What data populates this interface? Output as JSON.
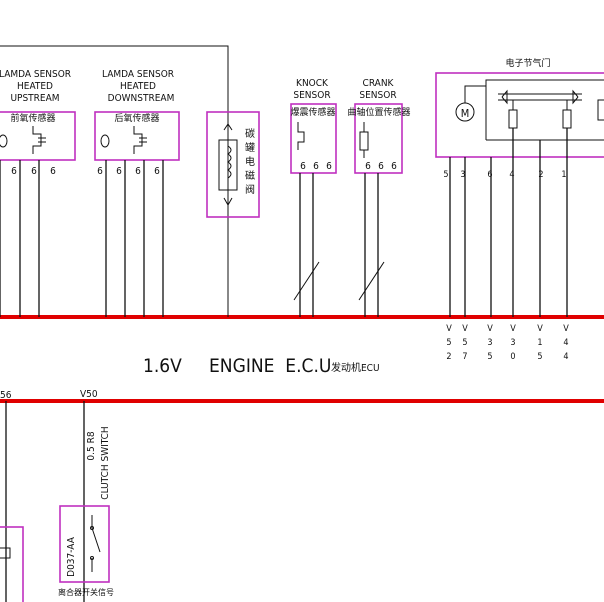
{
  "diagram": {
    "colors": {
      "bus": "#e00000",
      "component_box": "#c030c0",
      "wire": "#111111"
    },
    "ecu_label": {
      "main": "1.6V     ENGINE  E.C.U",
      "cn": "发动机ECU"
    },
    "top_bus_connector": "56",
    "v50_label": "V50",
    "components": {
      "lambda_up": {
        "line1": "LAMDA SENSOR",
        "line2": "HEATED",
        "line3": "UPSTREAM",
        "cn": "前氧传感器",
        "pins": [
          "6",
          "6",
          "6"
        ]
      },
      "lambda_down": {
        "line1": "LAMDA SENSOR",
        "line2": "HEATED",
        "line3": "DOWNSTREAM",
        "cn": "后氧传感器",
        "pins": [
          "6",
          "6",
          "6",
          "6"
        ]
      },
      "canister_valve": {
        "cn": "碳罐电磁阀"
      },
      "knock": {
        "line1": "KNOCK",
        "line2": "SENSOR",
        "cn": "爆震传感器",
        "pins": [
          "6",
          "6",
          "6"
        ]
      },
      "crank": {
        "line1": "CRANK",
        "line2": "SENSOR",
        "cn": "曲轴位置传感器",
        "pins": [
          "6",
          "6",
          "6"
        ]
      },
      "throttle": {
        "cn": "电子节气门",
        "pins": [
          "5",
          "3",
          "6",
          "4",
          "2",
          "1"
        ],
        "motor_symbol": "M"
      },
      "clutch": {
        "wire_label": "0.5 R8",
        "name": "CLUTCH SWITCH",
        "code": "D037-AA",
        "cn": "离合器开关信号"
      }
    },
    "ecu_pins": [
      {
        "l1": "V",
        "l2": "5",
        "l3": "2"
      },
      {
        "l1": "V",
        "l2": "5",
        "l3": "7"
      },
      {
        "l1": "V",
        "l2": "3",
        "l3": "5"
      },
      {
        "l1": "V",
        "l2": "3",
        "l3": "0"
      },
      {
        "l1": "V",
        "l2": "1",
        "l3": "5"
      },
      {
        "l1": "V",
        "l2": "4",
        "l3": "4"
      }
    ]
  }
}
